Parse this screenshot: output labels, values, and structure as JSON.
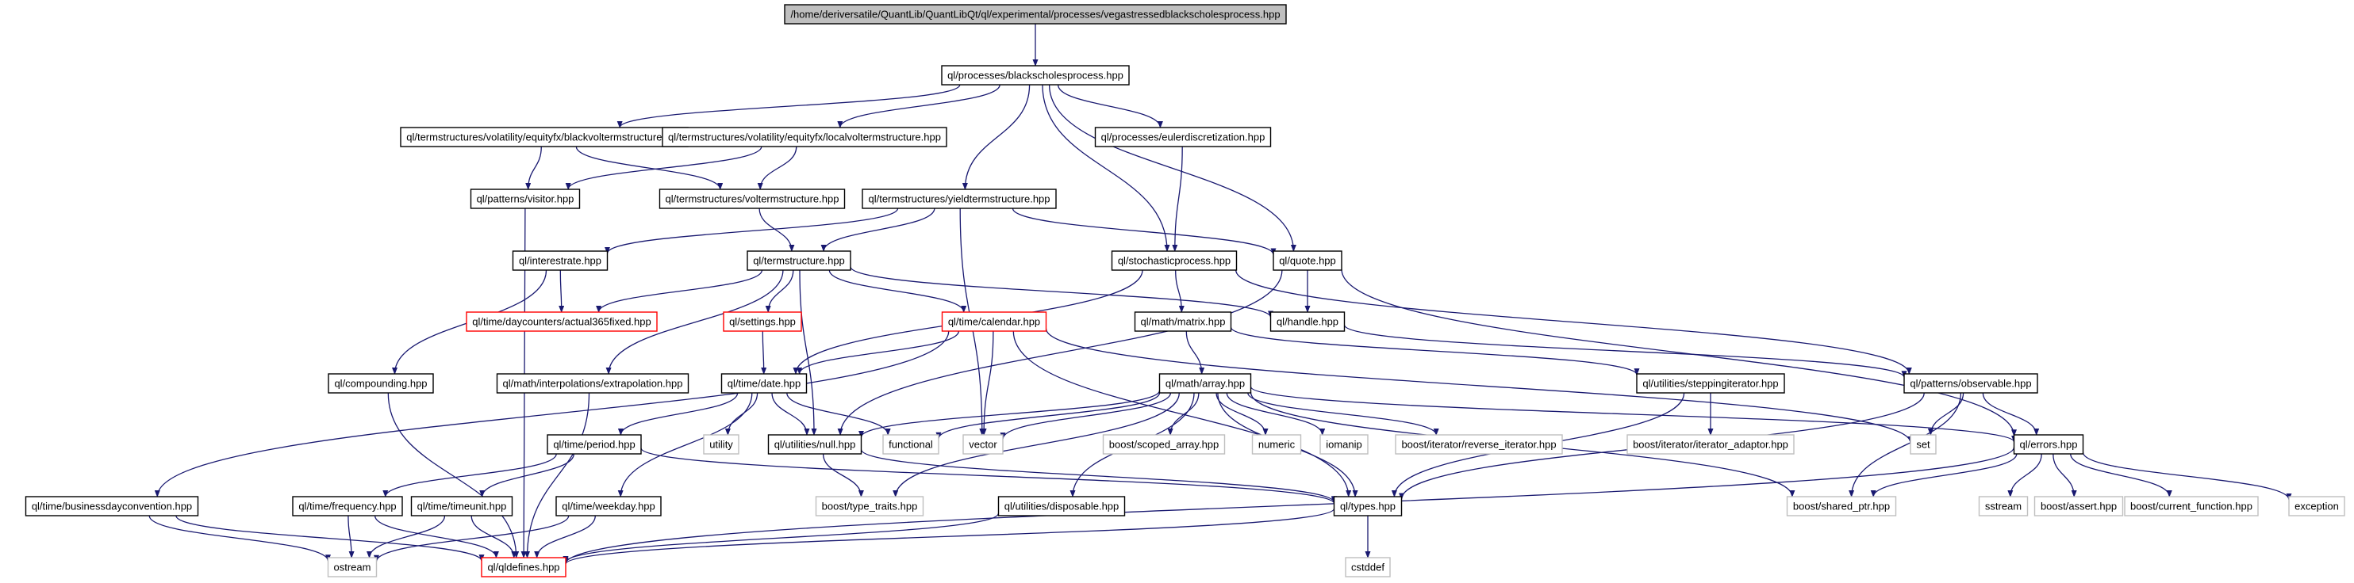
{
  "colors": {
    "edge": "#191970",
    "root_fill": "#bfbfbf",
    "node_border": "#000000",
    "external_border": "#bfbfbf",
    "truncated_border": "#ff0000"
  },
  "nodes": [
    {
      "id": "root",
      "label": "/home/deriversatile/QuantLib/QuantLibQt/ql/experimental/processes/vegastressedblackscholesprocess.hpp",
      "kind": "root"
    },
    {
      "id": "bsp",
      "label": "ql/processes/blackscholesprocess.hpp",
      "kind": "normal"
    },
    {
      "id": "bvts",
      "label": "ql/termstructures/volatility/equityfx/blackvoltermstructure.hpp",
      "kind": "normal"
    },
    {
      "id": "lvts",
      "label": "ql/termstructures/volatility/equityfx/localvoltermstructure.hpp",
      "kind": "normal"
    },
    {
      "id": "euler",
      "label": "ql/processes/eulerdiscretization.hpp",
      "kind": "normal"
    },
    {
      "id": "visitor",
      "label": "ql/patterns/visitor.hpp",
      "kind": "normal"
    },
    {
      "id": "volts",
      "label": "ql/termstructures/voltermstructure.hpp",
      "kind": "normal"
    },
    {
      "id": "yts",
      "label": "ql/termstructures/yieldtermstructure.hpp",
      "kind": "normal"
    },
    {
      "id": "interestrate",
      "label": "ql/interestrate.hpp",
      "kind": "normal"
    },
    {
      "id": "ts",
      "label": "ql/termstructure.hpp",
      "kind": "normal"
    },
    {
      "id": "stoch",
      "label": "ql/stochasticprocess.hpp",
      "kind": "normal"
    },
    {
      "id": "quote",
      "label": "ql/quote.hpp",
      "kind": "normal"
    },
    {
      "id": "a365",
      "label": "ql/time/daycounters/actual365fixed.hpp",
      "kind": "truncated"
    },
    {
      "id": "settings",
      "label": "ql/settings.hpp",
      "kind": "truncated"
    },
    {
      "id": "calendar",
      "label": "ql/time/calendar.hpp",
      "kind": "truncated"
    },
    {
      "id": "matrix",
      "label": "ql/math/matrix.hpp",
      "kind": "normal"
    },
    {
      "id": "handle",
      "label": "ql/handle.hpp",
      "kind": "normal"
    },
    {
      "id": "compounding",
      "label": "ql/compounding.hpp",
      "kind": "normal"
    },
    {
      "id": "extrap",
      "label": "ql/math/interpolations/extrapolation.hpp",
      "kind": "normal"
    },
    {
      "id": "date",
      "label": "ql/time/date.hpp",
      "kind": "normal"
    },
    {
      "id": "array",
      "label": "ql/math/array.hpp",
      "kind": "normal"
    },
    {
      "id": "stepiter",
      "label": "ql/utilities/steppingiterator.hpp",
      "kind": "normal"
    },
    {
      "id": "observable",
      "label": "ql/patterns/observable.hpp",
      "kind": "normal"
    },
    {
      "id": "utility",
      "label": "utility",
      "kind": "external"
    },
    {
      "id": "null",
      "label": "ql/utilities/null.hpp",
      "kind": "normal"
    },
    {
      "id": "functional",
      "label": "functional",
      "kind": "external"
    },
    {
      "id": "vector",
      "label": "vector",
      "kind": "external"
    },
    {
      "id": "scopedarray",
      "label": "boost/scoped_array.hpp",
      "kind": "external"
    },
    {
      "id": "numeric",
      "label": "numeric",
      "kind": "external"
    },
    {
      "id": "iomanip",
      "label": "iomanip",
      "kind": "external"
    },
    {
      "id": "revit",
      "label": "boost/iterator/reverse_iterator.hpp",
      "kind": "external"
    },
    {
      "id": "iteradaptor",
      "label": "boost/iterator/iterator_adaptor.hpp",
      "kind": "external"
    },
    {
      "id": "set",
      "label": "set",
      "kind": "external"
    },
    {
      "id": "errors",
      "label": "ql/errors.hpp",
      "kind": "normal"
    },
    {
      "id": "period",
      "label": "ql/time/period.hpp",
      "kind": "normal"
    },
    {
      "id": "bdc",
      "label": "ql/time/businessdayconvention.hpp",
      "kind": "normal"
    },
    {
      "id": "frequency",
      "label": "ql/time/frequency.hpp",
      "kind": "normal"
    },
    {
      "id": "timeunit",
      "label": "ql/time/timeunit.hpp",
      "kind": "normal"
    },
    {
      "id": "weekday",
      "label": "ql/time/weekday.hpp",
      "kind": "normal"
    },
    {
      "id": "typetraits",
      "label": "boost/type_traits.hpp",
      "kind": "external"
    },
    {
      "id": "disposable",
      "label": "ql/utilities/disposable.hpp",
      "kind": "normal"
    },
    {
      "id": "types",
      "label": "ql/types.hpp",
      "kind": "normal"
    },
    {
      "id": "sharedptr",
      "label": "boost/shared_ptr.hpp",
      "kind": "external"
    },
    {
      "id": "sstream",
      "label": "sstream",
      "kind": "external"
    },
    {
      "id": "assert",
      "label": "boost/assert.hpp",
      "kind": "external"
    },
    {
      "id": "curfunc",
      "label": "boost/current_function.hpp",
      "kind": "external"
    },
    {
      "id": "exception",
      "label": "exception",
      "kind": "external"
    },
    {
      "id": "ostream",
      "label": "ostream",
      "kind": "external"
    },
    {
      "id": "qldefines",
      "label": "ql/qldefines.hpp",
      "kind": "truncated"
    },
    {
      "id": "cstddef",
      "label": "cstddef",
      "kind": "external"
    }
  ],
  "edges": [
    [
      "root",
      "bsp"
    ],
    [
      "bsp",
      "bvts"
    ],
    [
      "bsp",
      "lvts"
    ],
    [
      "bsp",
      "euler"
    ],
    [
      "bsp",
      "yts"
    ],
    [
      "bsp",
      "stoch"
    ],
    [
      "bsp",
      "quote"
    ],
    [
      "bvts",
      "visitor"
    ],
    [
      "bvts",
      "volts"
    ],
    [
      "lvts",
      "visitor"
    ],
    [
      "lvts",
      "volts"
    ],
    [
      "euler",
      "stoch"
    ],
    [
      "visitor",
      "qldefines"
    ],
    [
      "volts",
      "ts"
    ],
    [
      "yts",
      "interestrate"
    ],
    [
      "yts",
      "ts"
    ],
    [
      "yts",
      "quote"
    ],
    [
      "yts",
      "vector"
    ],
    [
      "interestrate",
      "a365"
    ],
    [
      "interestrate",
      "compounding"
    ],
    [
      "ts",
      "a365"
    ],
    [
      "ts",
      "settings"
    ],
    [
      "ts",
      "calendar"
    ],
    [
      "ts",
      "extrap"
    ],
    [
      "ts",
      "null"
    ],
    [
      "ts",
      "handle"
    ],
    [
      "stoch",
      "date"
    ],
    [
      "stoch",
      "matrix"
    ],
    [
      "stoch",
      "observable"
    ],
    [
      "quote",
      "handle"
    ],
    [
      "quote",
      "null"
    ],
    [
      "quote",
      "errors"
    ],
    [
      "settings",
      "date"
    ],
    [
      "calendar",
      "date"
    ],
    [
      "calendar",
      "bdc"
    ],
    [
      "calendar",
      "vector"
    ],
    [
      "calendar",
      "set"
    ],
    [
      "calendar",
      "types"
    ],
    [
      "matrix",
      "array"
    ],
    [
      "matrix",
      "stepiter"
    ],
    [
      "handle",
      "observable"
    ],
    [
      "compounding",
      "qldefines"
    ],
    [
      "extrap",
      "qldefines"
    ],
    [
      "date",
      "period"
    ],
    [
      "date",
      "weekday"
    ],
    [
      "date",
      "null"
    ],
    [
      "date",
      "utility"
    ],
    [
      "date",
      "functional"
    ],
    [
      "array",
      "null"
    ],
    [
      "array",
      "functional"
    ],
    [
      "array",
      "vector"
    ],
    [
      "array",
      "scopedarray"
    ],
    [
      "array",
      "numeric"
    ],
    [
      "array",
      "iomanip"
    ],
    [
      "array",
      "revit"
    ],
    [
      "array",
      "typetraits"
    ],
    [
      "array",
      "disposable"
    ],
    [
      "array",
      "sharedptr"
    ],
    [
      "array",
      "errors"
    ],
    [
      "array",
      "types"
    ],
    [
      "stepiter",
      "iteradaptor"
    ],
    [
      "stepiter",
      "types"
    ],
    [
      "observable",
      "set"
    ],
    [
      "observable",
      "errors"
    ],
    [
      "observable",
      "types"
    ],
    [
      "observable",
      "sharedptr"
    ],
    [
      "null",
      "typetraits"
    ],
    [
      "null",
      "types"
    ],
    [
      "errors",
      "sstream"
    ],
    [
      "errors",
      "assert"
    ],
    [
      "errors",
      "curfunc"
    ],
    [
      "errors",
      "exception"
    ],
    [
      "errors",
      "sharedptr"
    ],
    [
      "errors",
      "qldefines"
    ],
    [
      "period",
      "frequency"
    ],
    [
      "period",
      "timeunit"
    ],
    [
      "period",
      "types"
    ],
    [
      "bdc",
      "ostream"
    ],
    [
      "bdc",
      "qldefines"
    ],
    [
      "frequency",
      "ostream"
    ],
    [
      "frequency",
      "qldefines"
    ],
    [
      "timeunit",
      "ostream"
    ],
    [
      "timeunit",
      "qldefines"
    ],
    [
      "weekday",
      "ostream"
    ],
    [
      "weekday",
      "qldefines"
    ],
    [
      "disposable",
      "qldefines"
    ],
    [
      "types",
      "qldefines"
    ],
    [
      "types",
      "cstddef"
    ]
  ]
}
